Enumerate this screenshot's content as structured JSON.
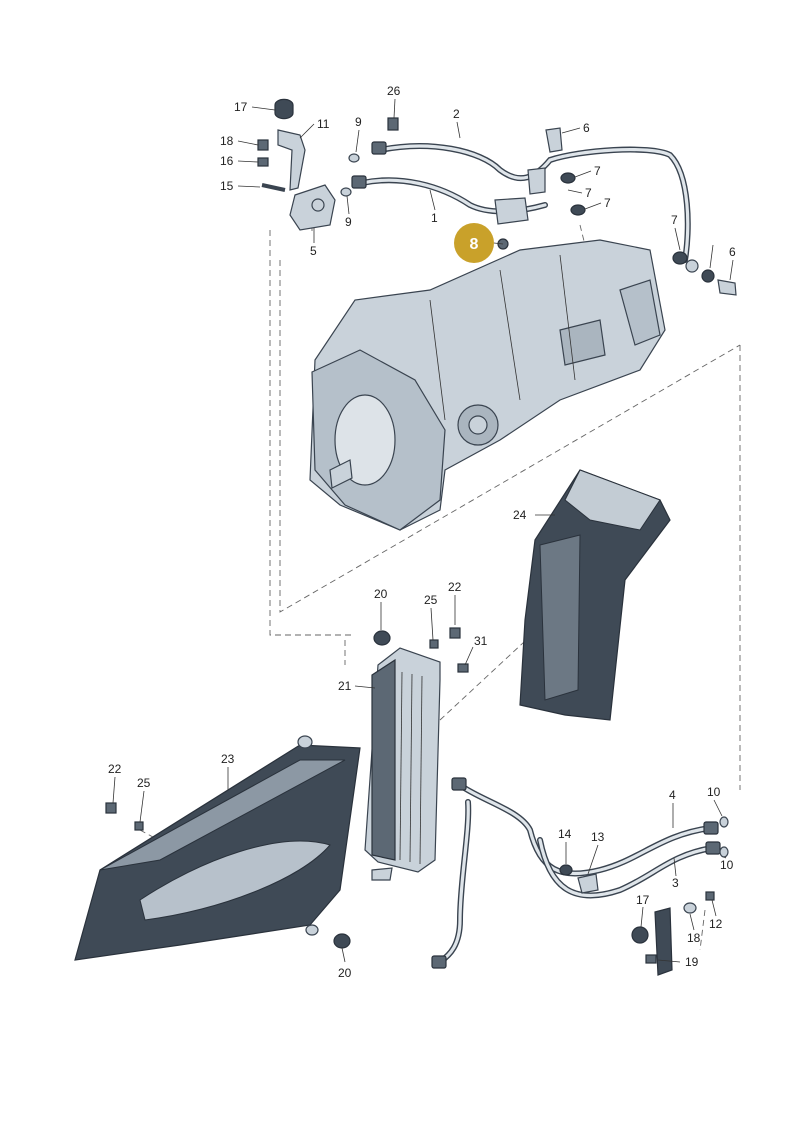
{
  "callouts": [
    {
      "id": "c17a",
      "text": "17"
    },
    {
      "id": "c11",
      "text": "11"
    },
    {
      "id": "c18a",
      "text": "18"
    },
    {
      "id": "c16",
      "text": "16"
    },
    {
      "id": "c15",
      "text": "15"
    },
    {
      "id": "c5",
      "text": "5"
    },
    {
      "id": "c9a",
      "text": "9"
    },
    {
      "id": "c9b",
      "text": "9"
    },
    {
      "id": "c26",
      "text": "26"
    },
    {
      "id": "c2",
      "text": "2"
    },
    {
      "id": "c1",
      "text": "1"
    },
    {
      "id": "c6a",
      "text": "6"
    },
    {
      "id": "c7a",
      "text": "7"
    },
    {
      "id": "c7b",
      "text": "7"
    },
    {
      "id": "c7c",
      "text": "7"
    },
    {
      "id": "c7d",
      "text": "7"
    },
    {
      "id": "c6b",
      "text": "6"
    },
    {
      "id": "c24",
      "text": "24"
    },
    {
      "id": "c20a",
      "text": "20"
    },
    {
      "id": "c25a",
      "text": "25"
    },
    {
      "id": "c22a",
      "text": "22"
    },
    {
      "id": "c31",
      "text": "31"
    },
    {
      "id": "c21",
      "text": "21"
    },
    {
      "id": "c23",
      "text": "23"
    },
    {
      "id": "c22b",
      "text": "22"
    },
    {
      "id": "c25b",
      "text": "25"
    },
    {
      "id": "c20b",
      "text": "20"
    },
    {
      "id": "c4",
      "text": "4"
    },
    {
      "id": "c10a",
      "text": "10"
    },
    {
      "id": "c10b",
      "text": "10"
    },
    {
      "id": "c14",
      "text": "14"
    },
    {
      "id": "c13",
      "text": "13"
    },
    {
      "id": "c3",
      "text": "3"
    },
    {
      "id": "c17b",
      "text": "17"
    },
    {
      "id": "c12",
      "text": "12"
    },
    {
      "id": "c18b",
      "text": "18"
    },
    {
      "id": "c19",
      "text": "19"
    }
  ],
  "highlight": {
    "text": "8",
    "color": "#c9a12a"
  },
  "colors": {
    "part": "#c9d2da",
    "dark": "#3f4a56",
    "outline": "#3a4450"
  }
}
